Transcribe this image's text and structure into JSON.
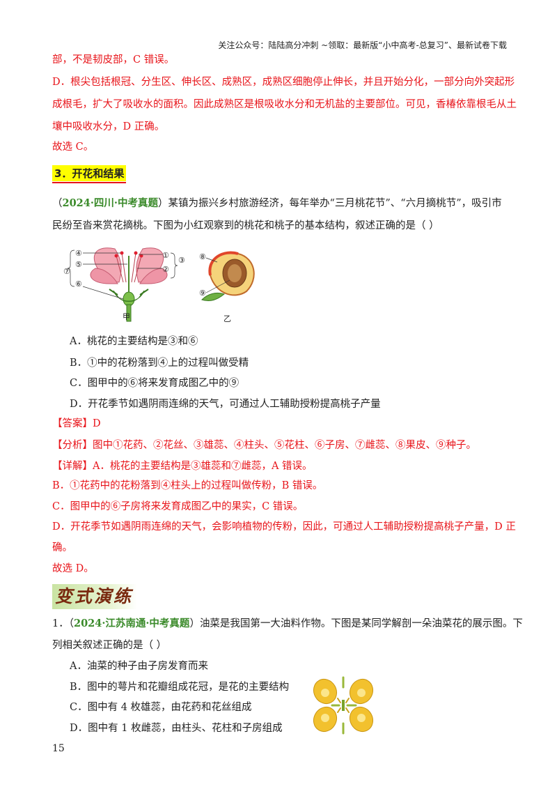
{
  "header": "关注公众号：陆陆高分冲刺 ~领取：最新版“小中高考-总复习”、最新试卷下载",
  "top_lines": [
    "部，不是韧皮部，C 错误。",
    "D．根尖包括根冠、分生区、伸长区、成熟区，成熟区细胞停止伸长，并且开始分化，一部分向外突起形",
    "成根毛，扩大了吸收水的面积。因此成熟区是根吸收水分和无机盐的主要部位。可见，香椿依靠根毛从土",
    "壤中吸收水分，D 正确。"
  ],
  "top_conclusion": "故选 C。",
  "section_title": "3．开花和结果",
  "q_source_prefix": "（",
  "q_source": "2024·四川·中考真题",
  "q_source_suffix": "）",
  "q_text_1": "某镇为振兴乡村旅游经济，每年举办“三月桃花节”、“六月摘桃节”，吸引市",
  "q_text_2": "民纷至沓来赏花摘桃。下图为小红观察到的桃花和桃子的基本结构，叙述正确的是（    ）",
  "figure": {
    "label_a": "甲",
    "label_b": "乙",
    "marks_a": [
      "④",
      "⑤",
      "⑥",
      "①",
      "②",
      "③",
      "⑦"
    ],
    "marks_b": [
      "⑧",
      "⑨"
    ]
  },
  "options": [
    "A．桃花的主要结构是③和⑥",
    "B．①中的花粉落到④上的过程叫做受精",
    "C．图甲中的⑥将来发育成图乙中的⑨",
    "D．开花季节如遇阴雨连绵的天气，可通过人工辅助授粉提高桃子产量"
  ],
  "answer": "【答案】D",
  "analysis": "【分析】图中①花药、②花丝、③雄蕊、④柱头、⑤花柱、⑥子房、⑦雌蕊、⑧果皮、⑨种子。",
  "detail": [
    "【详解】A．桃花的主要结构是③雄蕊和⑦雌蕊，A 错误。",
    "B．①花药中的花粉落到④柱头上的过程叫做传粉，B 错误。",
    "C．图甲中的⑥子房将来发育成图乙中的果实，C 错误。",
    "D．开花季节如遇阴雨连绵的天气，会影响植物的传粉，因此，可通过人工辅助授粉提高桃子产量，D 正",
    "确。"
  ],
  "conclusion": "故选 D。",
  "banner": "变式演练",
  "q2_num": "1．（",
  "q2_source": "2024·江苏南通·中考真题",
  "q2_suffix": "）",
  "q2_text_1": "油菜是我国第一大油料作物。下图是某同学解剖一朵油菜花的展示图。下",
  "q2_text_2": "列相关叙述正确的是（      ）",
  "q2_options": [
    "A．油菜的种子由子房发育而来",
    "B．图中的萼片和花瓣组成花冠，是花的主要结构",
    "C．图中有 4 枚雄蕊，由花药和花丝组成",
    "D．图中有 1 枚雌蕊，由柱头、花柱和子房组成"
  ],
  "page_number": "15",
  "colors": {
    "answer_red": "#e8141a",
    "source_green": "#3a8a2a",
    "highlight": "#ffff00"
  }
}
